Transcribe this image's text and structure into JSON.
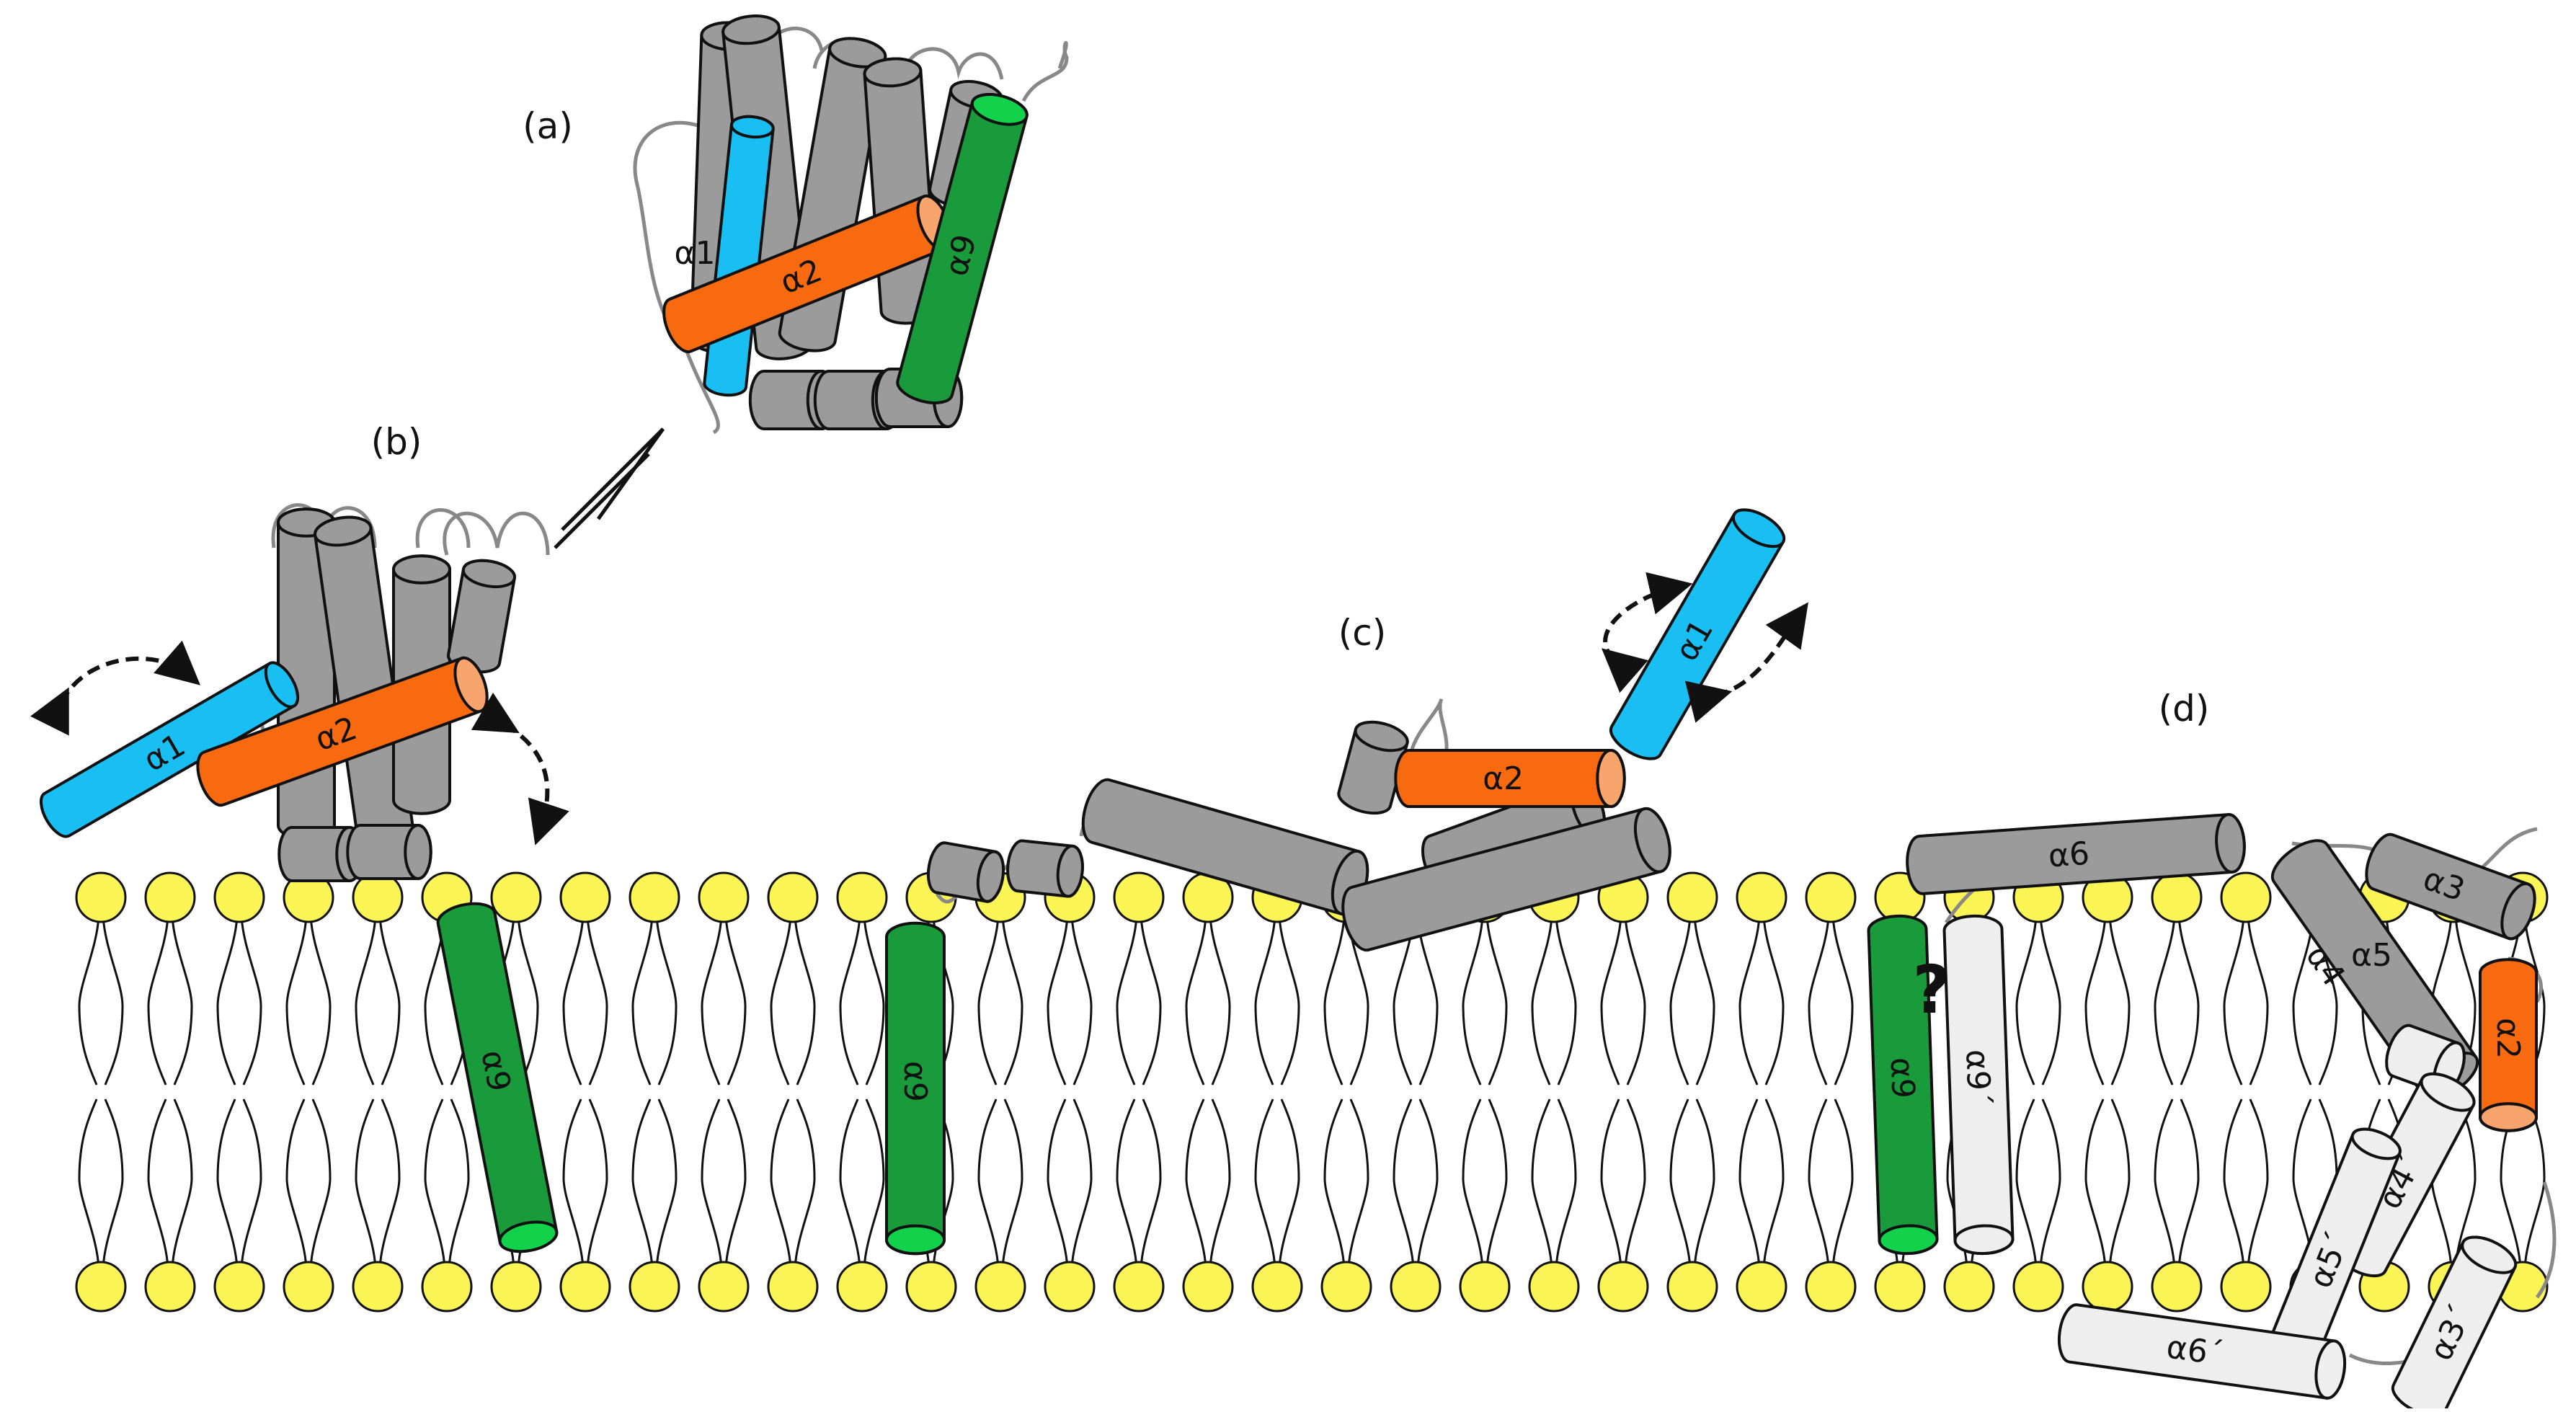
{
  "panels": {
    "a": "(a)",
    "b": "(b)",
    "c": "(c)",
    "d": "(d)"
  },
  "question": "?",
  "helix_labels": {
    "a1": "α1",
    "a2": "α2",
    "a9": "α9",
    "b1": "α1",
    "b2": "α2",
    "b9": "α9",
    "c1": "α1",
    "c2": "α2",
    "c9": "α9",
    "d9": "α9",
    "d9p": "α9´",
    "d6": "α6",
    "d3": "α3",
    "d4": "α4",
    "d5": "α5",
    "d2": "α2",
    "d4p": "α4´",
    "d5p": "α5´",
    "d3p": "α3´",
    "d6p": "α6´"
  },
  "colors": {
    "blue": "#19bff2",
    "orange": "#f86a10",
    "green": "#199b3c",
    "grey": "#9b9b9b",
    "light": "#eeeeee",
    "head": "#fbf455",
    "cap_orange": "#f7a46d",
    "cap_green": "#12d24c"
  }
}
